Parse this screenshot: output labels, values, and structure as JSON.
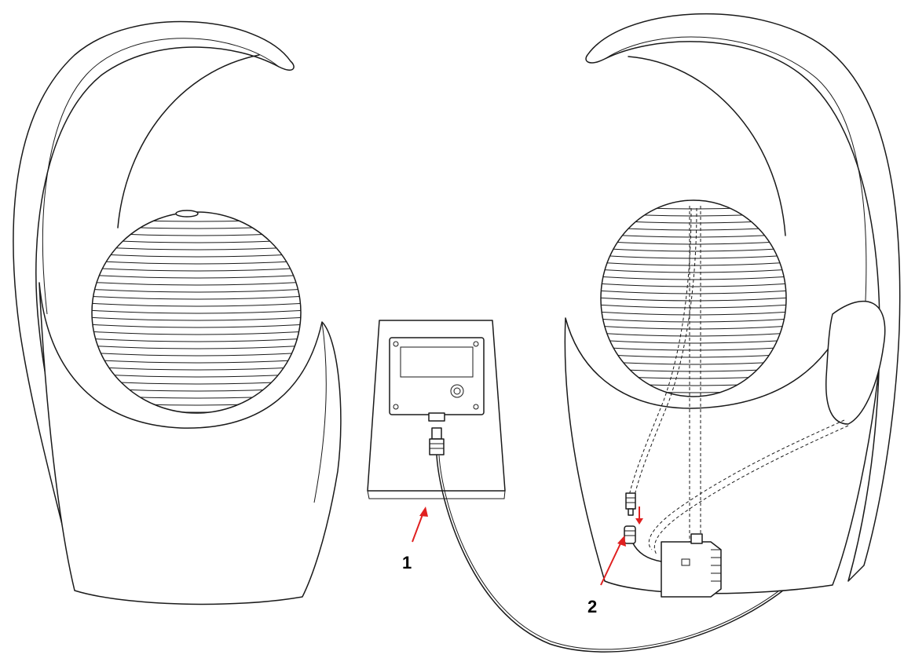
{
  "callouts": [
    {
      "id": "1",
      "label": "1"
    },
    {
      "id": "2",
      "label": "2"
    }
  ],
  "colors": {
    "arrow": "#e02020",
    "line": "#1a1a1a",
    "background": "#ffffff"
  }
}
